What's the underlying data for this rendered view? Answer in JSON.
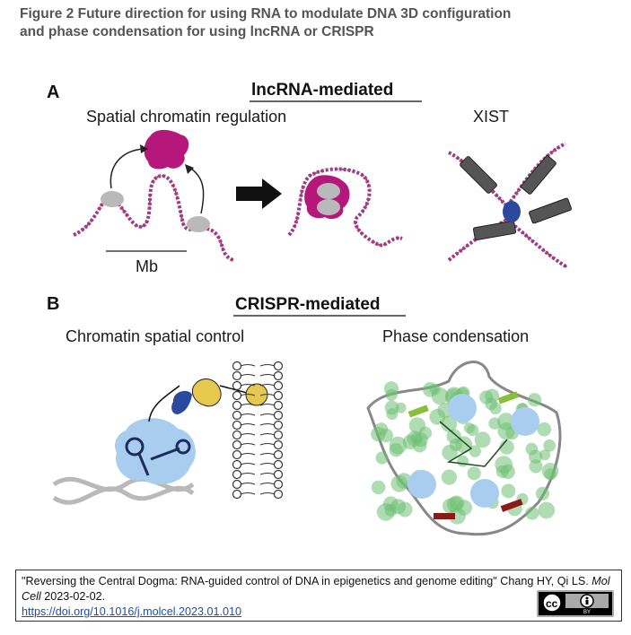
{
  "figure": {
    "title_line1": "Figure 2 Future direction for using RNA to modulate DNA 3D configuration",
    "title_line2": "and phase condensation for using lncRNA or CRISPR"
  },
  "panel_a": {
    "letter": "A",
    "heading": "lncRNA-mediated",
    "left_label": "Spatial chromatin regulation",
    "right_label": "XIST",
    "scale_label": "Mb"
  },
  "panel_b": {
    "letter": "B",
    "heading": "CRISPR-mediated",
    "left_label": "Chromatin spatial control",
    "right_label": "Phase condensation"
  },
  "citation": {
    "text_before": "\"Reversing the Central Dogma: RNA-guided control of DNA in epigenetics and genome editing\" Chang HY, Qi LS. ",
    "journal": "Mol Cell",
    "text_after": " 2023-02-02.",
    "link": "https://doi.org/10.1016/j.molcel.2023.01.010",
    "license": "CC BY"
  },
  "colors": {
    "magenta": "#b5187a",
    "dna_red": "#c0306a",
    "dna_blue": "#4a5bbf",
    "gray": "#b9b9b9",
    "light_blue": "#a9cdee",
    "green": "#6fbf75",
    "dark_red": "#8b1a1a",
    "yellow": "#e6c84f",
    "navy": "#2b4a9e"
  }
}
